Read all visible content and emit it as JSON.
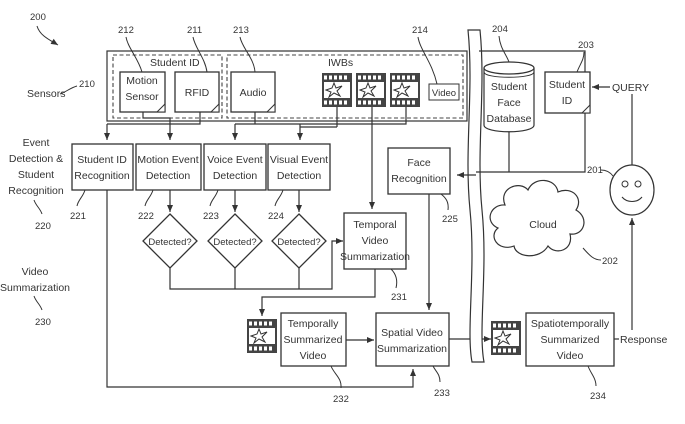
{
  "figure": {
    "ref": "200",
    "row_labels": {
      "sensors": {
        "text": "Sensors",
        "ref": "210"
      },
      "event_detection": {
        "lines": [
          "Event",
          "Detection &",
          "Student",
          "Recognition"
        ],
        "ref": "220"
      },
      "video_summarization": {
        "lines": [
          "Video",
          "Summarization"
        ],
        "ref": "230"
      }
    },
    "sensors": {
      "student_id_group": "Student ID",
      "motion_sensor": {
        "lines": [
          "Motion",
          "Sensor"
        ],
        "ref": "212"
      },
      "rfid": {
        "text": "RFID",
        "ref": "211"
      },
      "audio": {
        "text": "Audio",
        "ref": "213"
      },
      "iwbs_group": "IWBs",
      "video": {
        "text": "Video",
        "ref": "214"
      }
    },
    "detection": {
      "student_id_recognition": {
        "lines": [
          "Student ID",
          "Recognition"
        ],
        "ref": "221"
      },
      "motion_event": {
        "lines": [
          "Motion Event",
          "Detection"
        ],
        "ref": "222"
      },
      "voice_event": {
        "lines": [
          "Voice Event",
          "Detection"
        ],
        "ref": "223"
      },
      "visual_event": {
        "lines": [
          "Visual Event",
          "Detection"
        ],
        "ref": "224"
      },
      "decision": "Detected?",
      "face_recognition": {
        "lines": [
          "Face",
          "Recognition"
        ],
        "ref": "225"
      }
    },
    "summarization": {
      "temporal": {
        "lines": [
          "Temporal",
          "Video",
          "Summarization"
        ],
        "ref": "231"
      },
      "temporally_summarized": {
        "lines": [
          "Temporally",
          "Summarized",
          "Video"
        ],
        "ref": "232"
      },
      "spatial": {
        "lines": [
          "Spatial Video",
          "Summarization"
        ],
        "ref": "233"
      },
      "spatiotemporal": {
        "lines": [
          "Spatiotemporally",
          "Summarized",
          "Video"
        ],
        "ref": "234"
      }
    },
    "cloud_side": {
      "database": {
        "lines": [
          "Student",
          "Face",
          "Database"
        ],
        "ref": "204"
      },
      "student_id_query": {
        "lines": [
          "Student",
          "ID"
        ],
        "ref": "203"
      },
      "query_label": "QUERY",
      "cloud": {
        "text": "Cloud",
        "ref": "202"
      },
      "user": {
        "ref": "201"
      },
      "response_label": "Response"
    }
  }
}
